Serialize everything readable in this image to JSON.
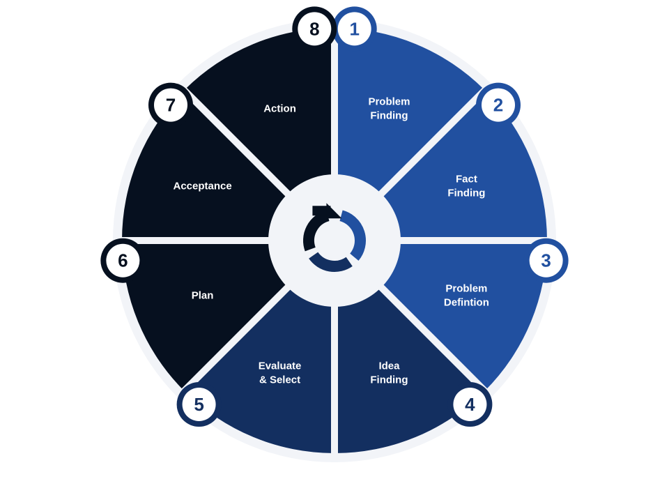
{
  "diagram": {
    "steps": [
      {
        "number": "1",
        "label_lines": [
          "Problem",
          "Finding"
        ],
        "fill": "#2150A0",
        "badge_color": "#2150A0"
      },
      {
        "number": "2",
        "label_lines": [
          "Fact",
          "Finding"
        ],
        "fill": "#2150A0",
        "badge_color": "#2150A0"
      },
      {
        "number": "3",
        "label_lines": [
          "Problem",
          "Defintion"
        ],
        "fill": "#2150A0",
        "badge_color": "#2150A0"
      },
      {
        "number": "4",
        "label_lines": [
          "Idea",
          "Finding"
        ],
        "fill": "#132F60",
        "badge_color": "#132F60"
      },
      {
        "number": "5",
        "label_lines": [
          "Evaluate",
          "& Select"
        ],
        "fill": "#132F60",
        "badge_color": "#132F60"
      },
      {
        "number": "6",
        "label_lines": [
          "Plan"
        ],
        "fill": "#06101F",
        "badge_color": "#06101F"
      },
      {
        "number": "7",
        "label_lines": [
          "Acceptance"
        ],
        "fill": "#06101F",
        "badge_color": "#06101F"
      },
      {
        "number": "8",
        "label_lines": [
          "Action"
        ],
        "fill": "#06101F",
        "badge_color": "#06101F"
      }
    ],
    "colors": {
      "outer_ring": "#F2F4F8",
      "divider": "#F2F4F8",
      "hub": "#F2F4F8",
      "icon_dark": "#06101F",
      "icon_mid": "#132F60",
      "icon_light": "#2150A0"
    },
    "center_icon": "cycle-arrow-icon"
  }
}
